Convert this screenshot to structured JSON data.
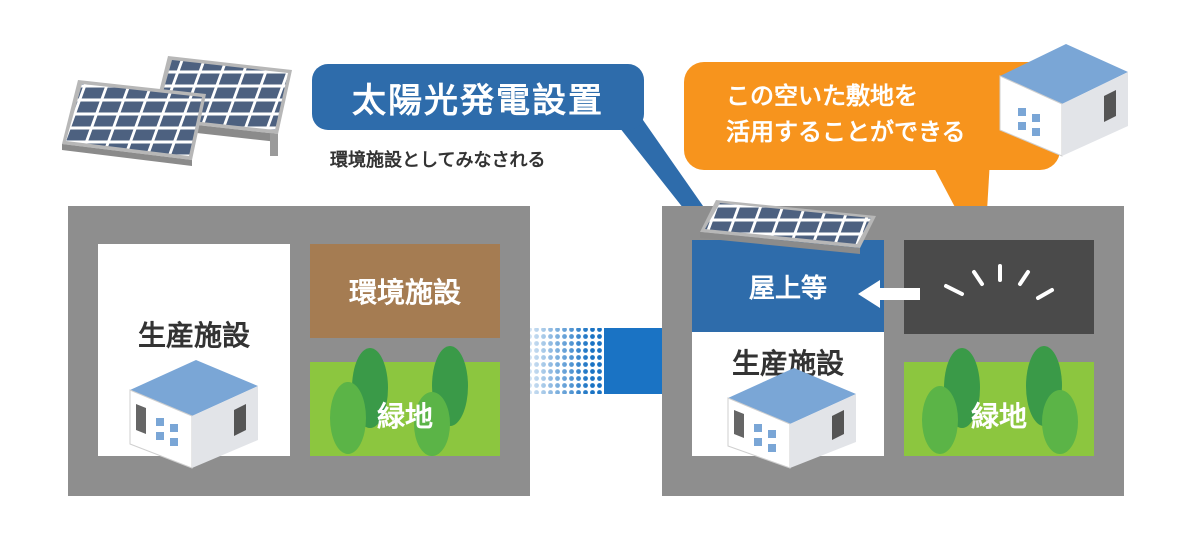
{
  "callouts": {
    "solar_title": "太陽光発電設置",
    "solar_subtitle": "環境施設としてみなされる",
    "vacant_line1": "この空いた敷地を",
    "vacant_line2": "活用することができる"
  },
  "before": {
    "production": "生産施設",
    "environment": "環境施設",
    "green": "緑地"
  },
  "after": {
    "rooftop": "屋上等",
    "production": "生産施設",
    "green": "緑地"
  },
  "colors": {
    "lot": "#8e8e8e",
    "blue": "#2e6cab",
    "brown": "#a57c52",
    "green": "#8cc63f",
    "dark": "#4a4a4a",
    "orange": "#f7941d"
  },
  "icons": [
    "solar-panel-icon",
    "building-icon",
    "tree-icon",
    "arrow-right-icon",
    "arrow-left-icon",
    "sparkle-icon"
  ]
}
